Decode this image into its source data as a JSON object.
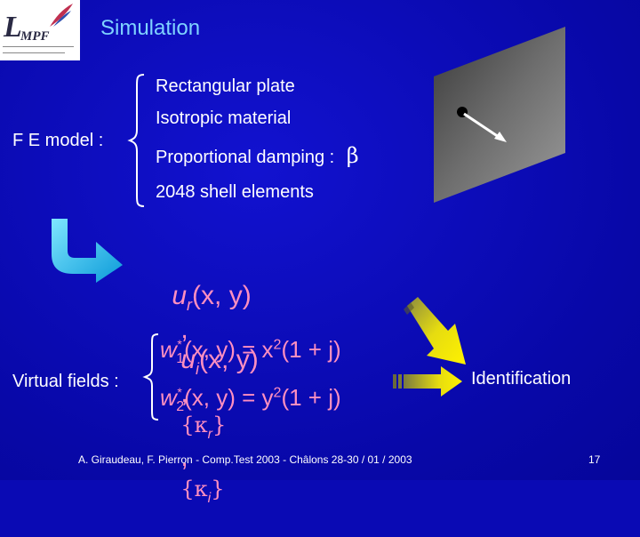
{
  "header": {
    "title": "Simulation",
    "logo_text": "LMPF"
  },
  "fe_model": {
    "label": "F E model :",
    "items": [
      "Rectangular plate",
      "Isotropic material",
      "Proportional damping :",
      "2048 shell elements"
    ],
    "beta_symbol": "β"
  },
  "formula": {
    "ur": "u",
    "ur_sub": "r",
    "ui": "u",
    "ui_sub": "i",
    "args": "(x, y)",
    "kappa_r": "{κ",
    "kappa_r_sub": "r",
    "kappa_i": "{κ",
    "kappa_i_sub": "i",
    "close_brace": "}",
    "sep": ","
  },
  "virtual_fields": {
    "label": "Virtual fields :",
    "line1": {
      "w": "w",
      "sup": "*",
      "sub": "1",
      "rhs": "(x, y) = x",
      "pow": "2",
      "tail": "(1 + j)"
    },
    "line2": {
      "w": "w",
      "sup": "*",
      "sub": "2",
      "rhs": "(x, y) = y",
      "pow": "2",
      "tail": "(1 + j)"
    }
  },
  "identification": "Identification",
  "footer": "A. Giraudeau, F. Pierron - Comp.Test 2003 - Châlons 28-30 / 01 / 2003",
  "page_number": "17",
  "colors": {
    "background": "#0a0ab4",
    "title": "#7fd3ff",
    "formula": "#ff8fc0",
    "arrow_cyan": "#2ec8ff",
    "arrow_yellow": "#f2e600"
  }
}
